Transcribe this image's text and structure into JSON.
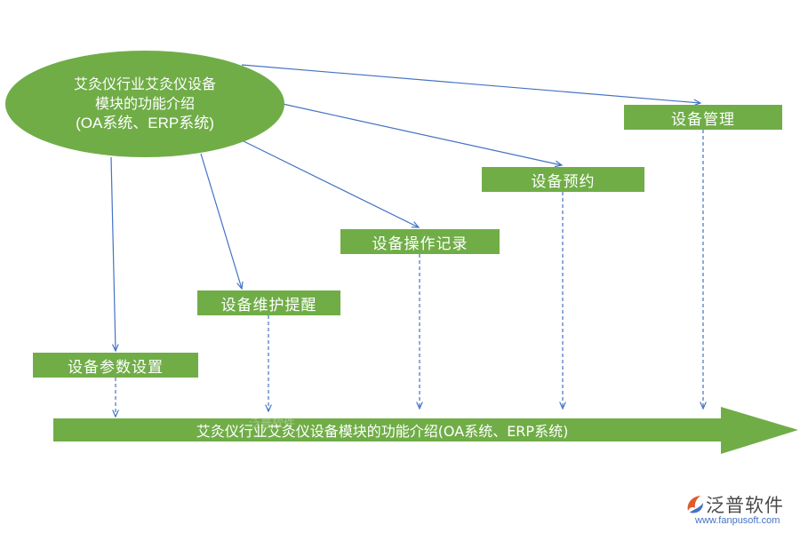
{
  "source_node": {
    "line1": "艾灸仪行业艾灸仪设备",
    "line2": "模块的功能介绍",
    "line3": "(OA系统、ERP系统)"
  },
  "modules": [
    {
      "id": "mgmt",
      "label": "设备管理"
    },
    {
      "id": "resv",
      "label": "设备预约"
    },
    {
      "id": "oplog",
      "label": "设备操作记录"
    },
    {
      "id": "maint",
      "label": "设备维护提醒"
    },
    {
      "id": "param",
      "label": "设备参数设置"
    }
  ],
  "timeline_arrow": {
    "label": "艾灸仪行业艾灸仪设备模块的功能介绍(OA系统、ERP系统)"
  },
  "watermark": "泛普软件",
  "logo": {
    "name": "泛普软件",
    "url": "www.fanpusoft.com"
  },
  "colors": {
    "node_fill": "#70ad47",
    "connector": "#4472c4",
    "text_on_node": "#ffffff"
  }
}
